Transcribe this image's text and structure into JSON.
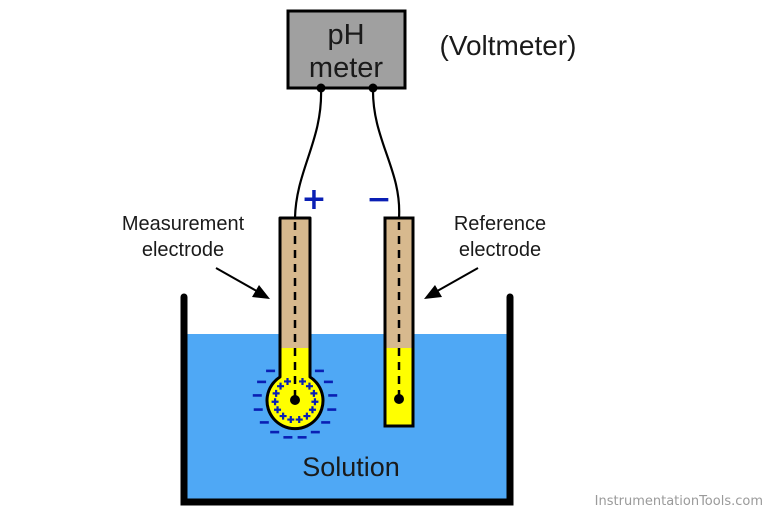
{
  "meter": {
    "line1": "pH",
    "line2": "meter",
    "annotation": "(Voltmeter)",
    "fill_color": "#a0a0a0"
  },
  "polarity": {
    "positive": "+",
    "negative": "−",
    "color": "#0a1fb4"
  },
  "labels": {
    "measurement_line1": "Measurement",
    "measurement_line2": "electrode",
    "reference_line1": "Reference",
    "reference_line2": "electrode",
    "solution": "Solution"
  },
  "colors": {
    "electrode_body": "#d7b98e",
    "electrolyte": "#ffff00",
    "solution": "#4fa8f5",
    "charge": "#0a1fb4",
    "outline": "#000000"
  },
  "charges": {
    "inner_plus_count": 14,
    "outer_minus_count": 14
  },
  "watermark": "InstrumentationTools.com"
}
